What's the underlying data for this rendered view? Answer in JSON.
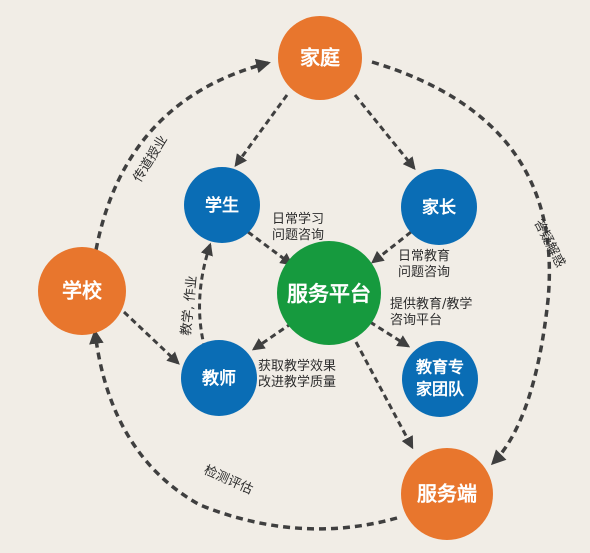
{
  "nodes": {
    "family": "家庭",
    "school": "学校",
    "student": "学生",
    "parent": "家长",
    "platform": "服务平台",
    "teacher": "教师",
    "expert_line1": "教育专",
    "expert_line2": "家团队",
    "service": "服务端"
  },
  "labels": {
    "teach_guide": "传道授业",
    "answer_questions": "答疑解惑",
    "test_evaluate": "检测评估",
    "teaching_homework": "教学, 作业",
    "student_note_1": "日常学习",
    "student_note_2": "问题咨询",
    "parent_note_1": "日常教育",
    "parent_note_2": "问题咨询",
    "teacher_note_1": "获取教学效果",
    "teacher_note_2": "改进教学质量",
    "expert_note_1": "提供教育/教学",
    "expert_note_2": "咨询平台"
  },
  "colors": {
    "orange": "#e8762d",
    "blue": "#0a6db5",
    "green": "#169a3e",
    "arrow": "#3f3f3f",
    "background": "#f1ede6"
  }
}
